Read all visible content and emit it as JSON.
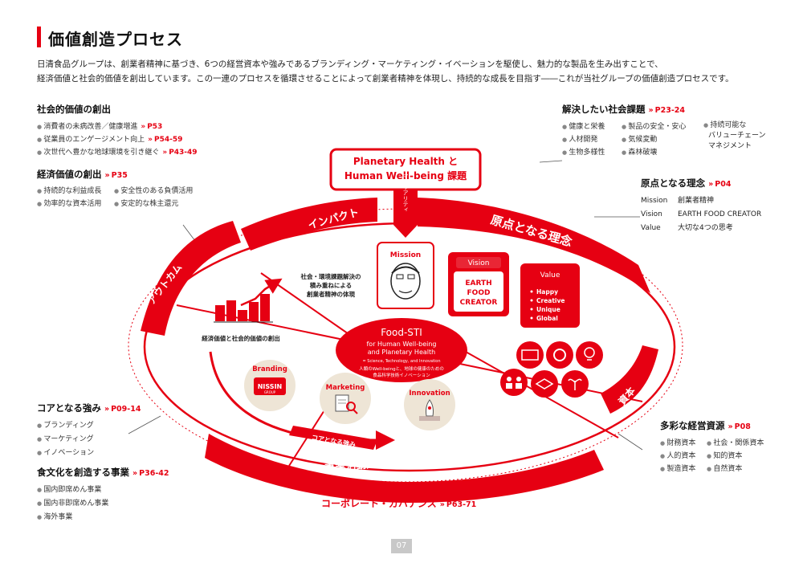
{
  "page": {
    "title": "価値創造プロセス",
    "intro_line1": "日清食品グループは、創業者精神に基づき、6つの経営資本や強みであるブランディング・マーケティング・イベーションを駆使し、魅力的な製品を生み出すことで、",
    "intro_line2": "経済価値と社会的価値を創出しています。この一連のプロセスを循環させることによって創業者精神を体現し、持続的な成長を目指す――これが当社グループの価値創造プロセスです。",
    "page_number": "07"
  },
  "social_value": {
    "heading": "社会的価値の創出",
    "items": [
      {
        "text": "消費者の未病改善／健康増進",
        "ref": "P53"
      },
      {
        "text": "従業員のエンゲージメント向上",
        "ref": "P54-59"
      },
      {
        "text": "次世代へ豊かな地球環境を引き継ぐ",
        "ref": "P43-49"
      }
    ]
  },
  "economic_value": {
    "heading": "経済価値の創出",
    "ref": "P35",
    "items": [
      "持続的な利益成長",
      "安全性のある負債活用",
      "効率的な資本活用",
      "安定的な株主還元"
    ]
  },
  "social_issues": {
    "heading": "解決したい社会課題",
    "ref": "P23-24",
    "col1": [
      "健康と栄養",
      "人材開発",
      "生物多様性"
    ],
    "col2": [
      "製品の安全・安心",
      "気候変動",
      "森林破壊"
    ],
    "col3": [
      "持続可能な",
      "バリューチェーン",
      "マネジメント"
    ]
  },
  "origin": {
    "heading": "原点となる理念",
    "ref": "P04",
    "rows": [
      {
        "key": "Mission",
        "value": "創業者精神"
      },
      {
        "key": "Vision",
        "value": "EARTH FOOD CREATOR"
      },
      {
        "key": "Value",
        "value": "大切な4つの思考"
      }
    ]
  },
  "core_strength": {
    "heading": "コアとなる強み",
    "ref": "P09-14",
    "items": [
      "ブランディング",
      "マーケティング",
      "イノベーション"
    ]
  },
  "food_business": {
    "heading": "食文化を創造する事業",
    "ref": "P36-42",
    "items": [
      "国内即席めん事業",
      "国内非即席めん事業",
      "海外事業"
    ]
  },
  "resources": {
    "heading": "多彩な経営資源",
    "ref": "P08",
    "items": [
      "財務資本",
      "社会・関係資本",
      "人的資本",
      "知的資本",
      "製造資本",
      "自然資本"
    ]
  },
  "governance": {
    "text": "コーポレート・ガバナンス",
    "ref": "P63-71"
  },
  "diagram": {
    "top_box_line1": "Planetary Health と",
    "top_box_line2": "Human Well-being 課題",
    "materiality": "マテリアリティ",
    "ring_impact": "インパクト",
    "ring_origin": "原点となる理念",
    "ring_outcome": "アウトカム",
    "ring_capital": "資本",
    "ring_business": "事業活動/アウトプット",
    "core_arrow": "コアとなる強み",
    "mission_label": "Mission",
    "vision_label": "Vision",
    "vision_text1": "EARTH",
    "vision_text2": "FOOD",
    "vision_text3": "CREATOR",
    "value_label": "Value",
    "value_items": [
      "Happy",
      "Creative",
      "Unique",
      "Global"
    ],
    "mission_desc1": "社会・環境課題解決の",
    "mission_desc2": "積み重ねによる",
    "mission_desc3": "創業者精神の体現",
    "econ_social": "経済価値と社会的価値の創出",
    "foodsti_title": "Food-STI",
    "foodsti_sub1": "for Human Well-being",
    "foodsti_sub2": "and Planetary Health",
    "foodsti_sub3": "= Science, Technology, and Innovation",
    "foodsti_jp1": "人類のWell-beingと、地球の健康のための",
    "foodsti_jp2": "食品科学技術イノベーション",
    "branding": "Branding",
    "nissin": "NISSIN",
    "group": "GROUP",
    "marketing": "Marketing",
    "innovation": "Innovation"
  },
  "colors": {
    "accent": "#e60012",
    "dark_red": "#b4000e",
    "beige": "#eee5d6"
  }
}
